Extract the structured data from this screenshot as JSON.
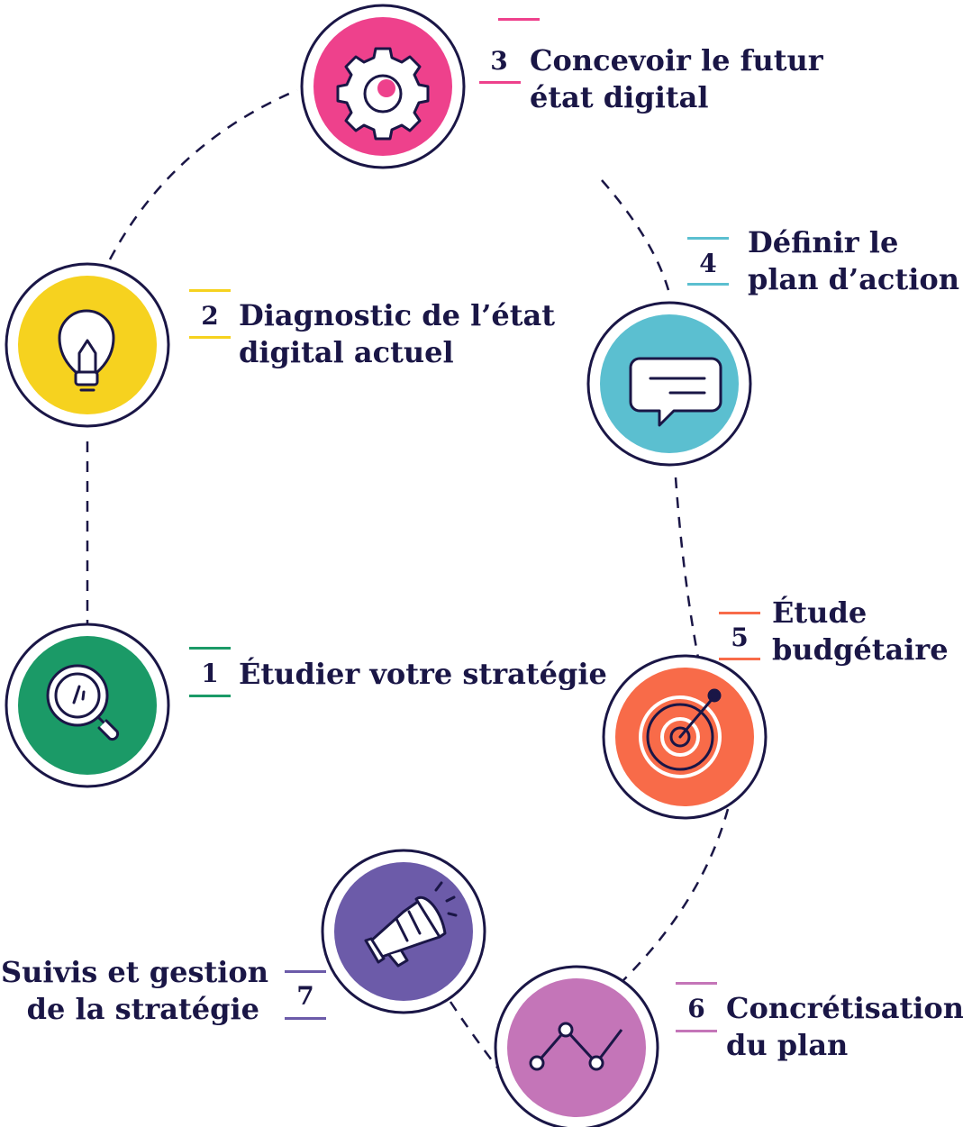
{
  "colors": {
    "ink": "#1a1646",
    "step1": "#1b9a67",
    "step2": "#f6d21f",
    "step3": "#ee418c",
    "step4": "#5bbfd0",
    "step5": "#f86b49",
    "step6": "#c475b8",
    "step7": "#6c5ba9"
  },
  "steps": [
    {
      "number": "1",
      "line1": "Étudier votre stratégie",
      "line2": "",
      "icon": "magnifier-icon"
    },
    {
      "number": "2",
      "line1": "Diagnostic de l’état",
      "line2": "digital actuel",
      "icon": "lightbulb-icon"
    },
    {
      "number": "3",
      "line1": "Concevoir le futur",
      "line2": "état digital",
      "icon": "gear-icon"
    },
    {
      "number": "4",
      "line1": "Définir le",
      "line2": "plan d’action",
      "icon": "chat-bubble-icon"
    },
    {
      "number": "5",
      "line1": "Étude",
      "line2": "budgétaire",
      "icon": "target-icon"
    },
    {
      "number": "6",
      "line1": "Concrétisation",
      "line2": "du plan",
      "icon": "line-chart-icon"
    },
    {
      "number": "7",
      "line1": "Suivis et gestion",
      "line2": "de la stratégie",
      "icon": "megaphone-icon"
    }
  ]
}
